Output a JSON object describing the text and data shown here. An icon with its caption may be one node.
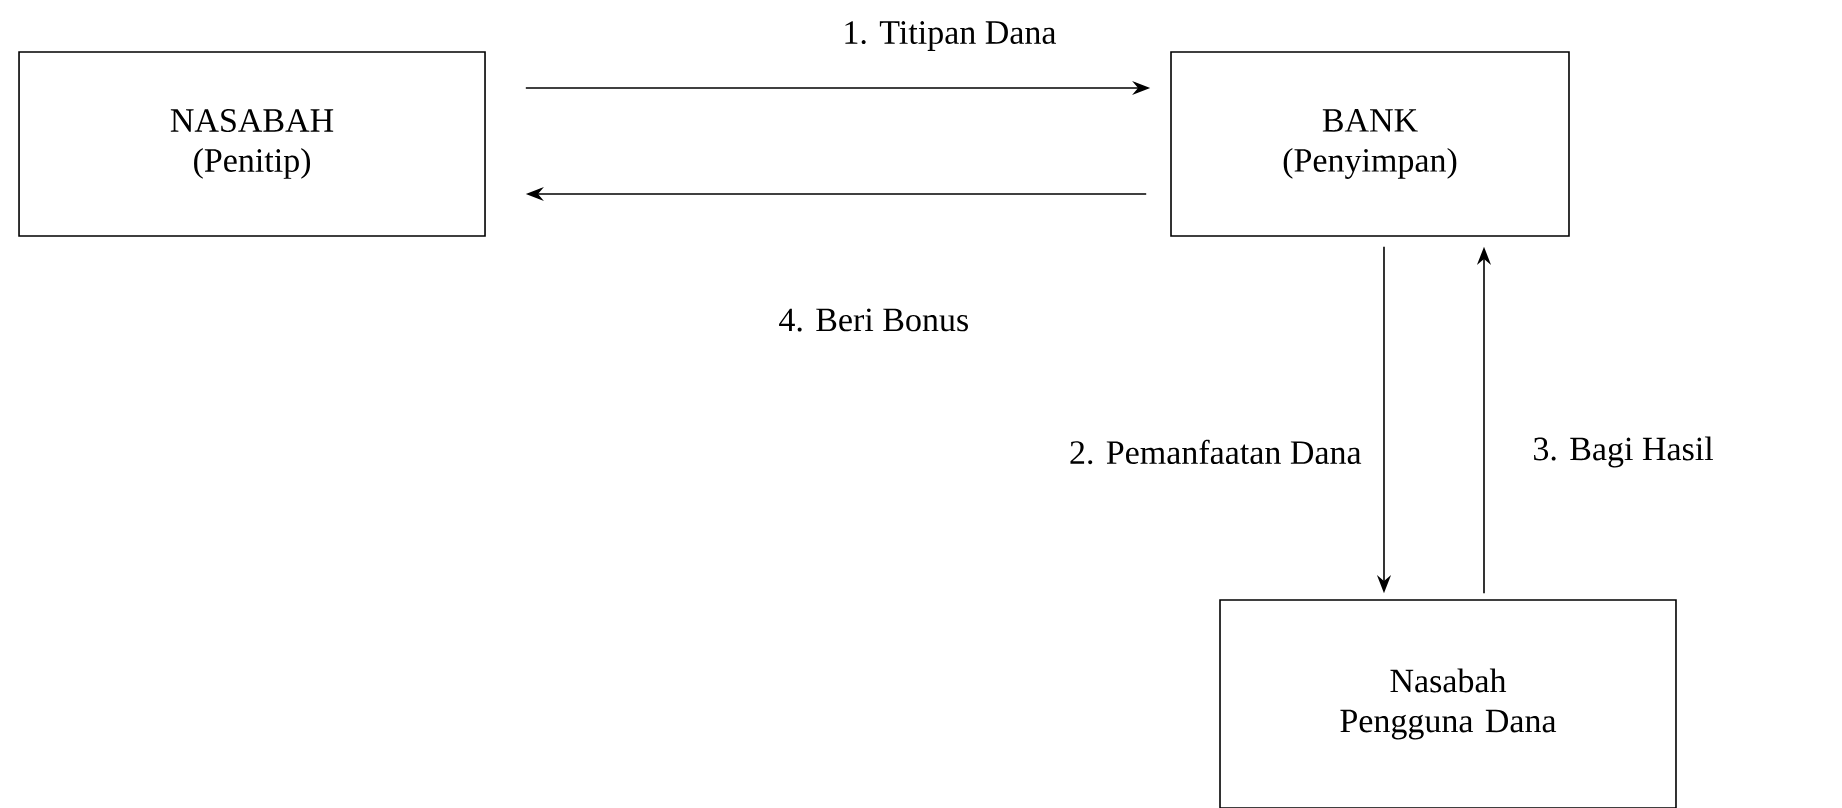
{
  "diagram": {
    "nodes": [
      {
        "text": [
          "NASABAH (Penitip)"
        ]
      },
      {
        "text": [
          "BANK (Penyimpan)"
        ]
      },
      {
        "text": [
          "Nasabah Pengguna Dana"
        ]
      }
    ],
    "edges": [
      {
        "from": 0,
        "to": 1,
        "arrow": "to",
        "label": "1.  Titipan Dana"
      },
      {
        "from": 1,
        "to": 0,
        "arrow": "to",
        "label": "4.  Beri Bonus"
      },
      {
        "from": 1,
        "to": 2,
        "arrow": "to",
        "label": "2.  Pemanfaatan Dana"
      },
      {
        "from": 2,
        "to": 1,
        "arrow": "to",
        "label": "3. Bagi Hasil"
      }
    ]
  }
}
